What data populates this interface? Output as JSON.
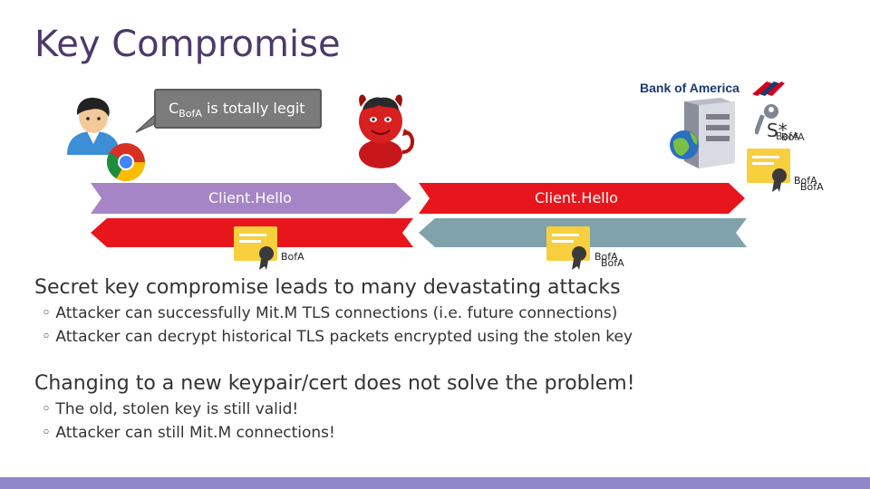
{
  "slide": {
    "title": "Key Compromise"
  },
  "bubble": {
    "prefix": "C",
    "subscript": "BofA",
    "suffix": " is totally legit"
  },
  "server_side": {
    "logo_text": "Bank of America",
    "key_symbol": "S*",
    "key_sub_a": "BofA",
    "key_sub_b": "BofA",
    "cert_label_a": "BofA",
    "cert_label_b": "BofA"
  },
  "arrows": {
    "client_hello_left": "Client.Hello",
    "client_hello_right": "Client.Hello"
  },
  "certs": {
    "left_label": "BofA",
    "middle_label_a": "BofA",
    "middle_label_b": "BofA"
  },
  "bullets": {
    "h1_a": "Secret key compromise leads to many devastating attacks",
    "sub_a1": "◦ Attacker can successfully Mit.M TLS connections (i.e. future connections)",
    "sub_a2": "◦ Attacker can decrypt historical TLS packets encrypted using the stolen key",
    "h1_b": "Changing to a new keypair/cert does not solve the problem!",
    "sub_b1": "◦ The old, stolen key is still valid!",
    "sub_b2": "◦ Attacker can still Mit.M connections!"
  },
  "colors": {
    "title": "#4b3a6b",
    "purple_arrow": "#a585c6",
    "red_arrow": "#e8161c",
    "gray_arrow": "#7fa2ab",
    "bottom_bar": "#8e86c6",
    "cert_yellow": "#f7cf3f"
  }
}
